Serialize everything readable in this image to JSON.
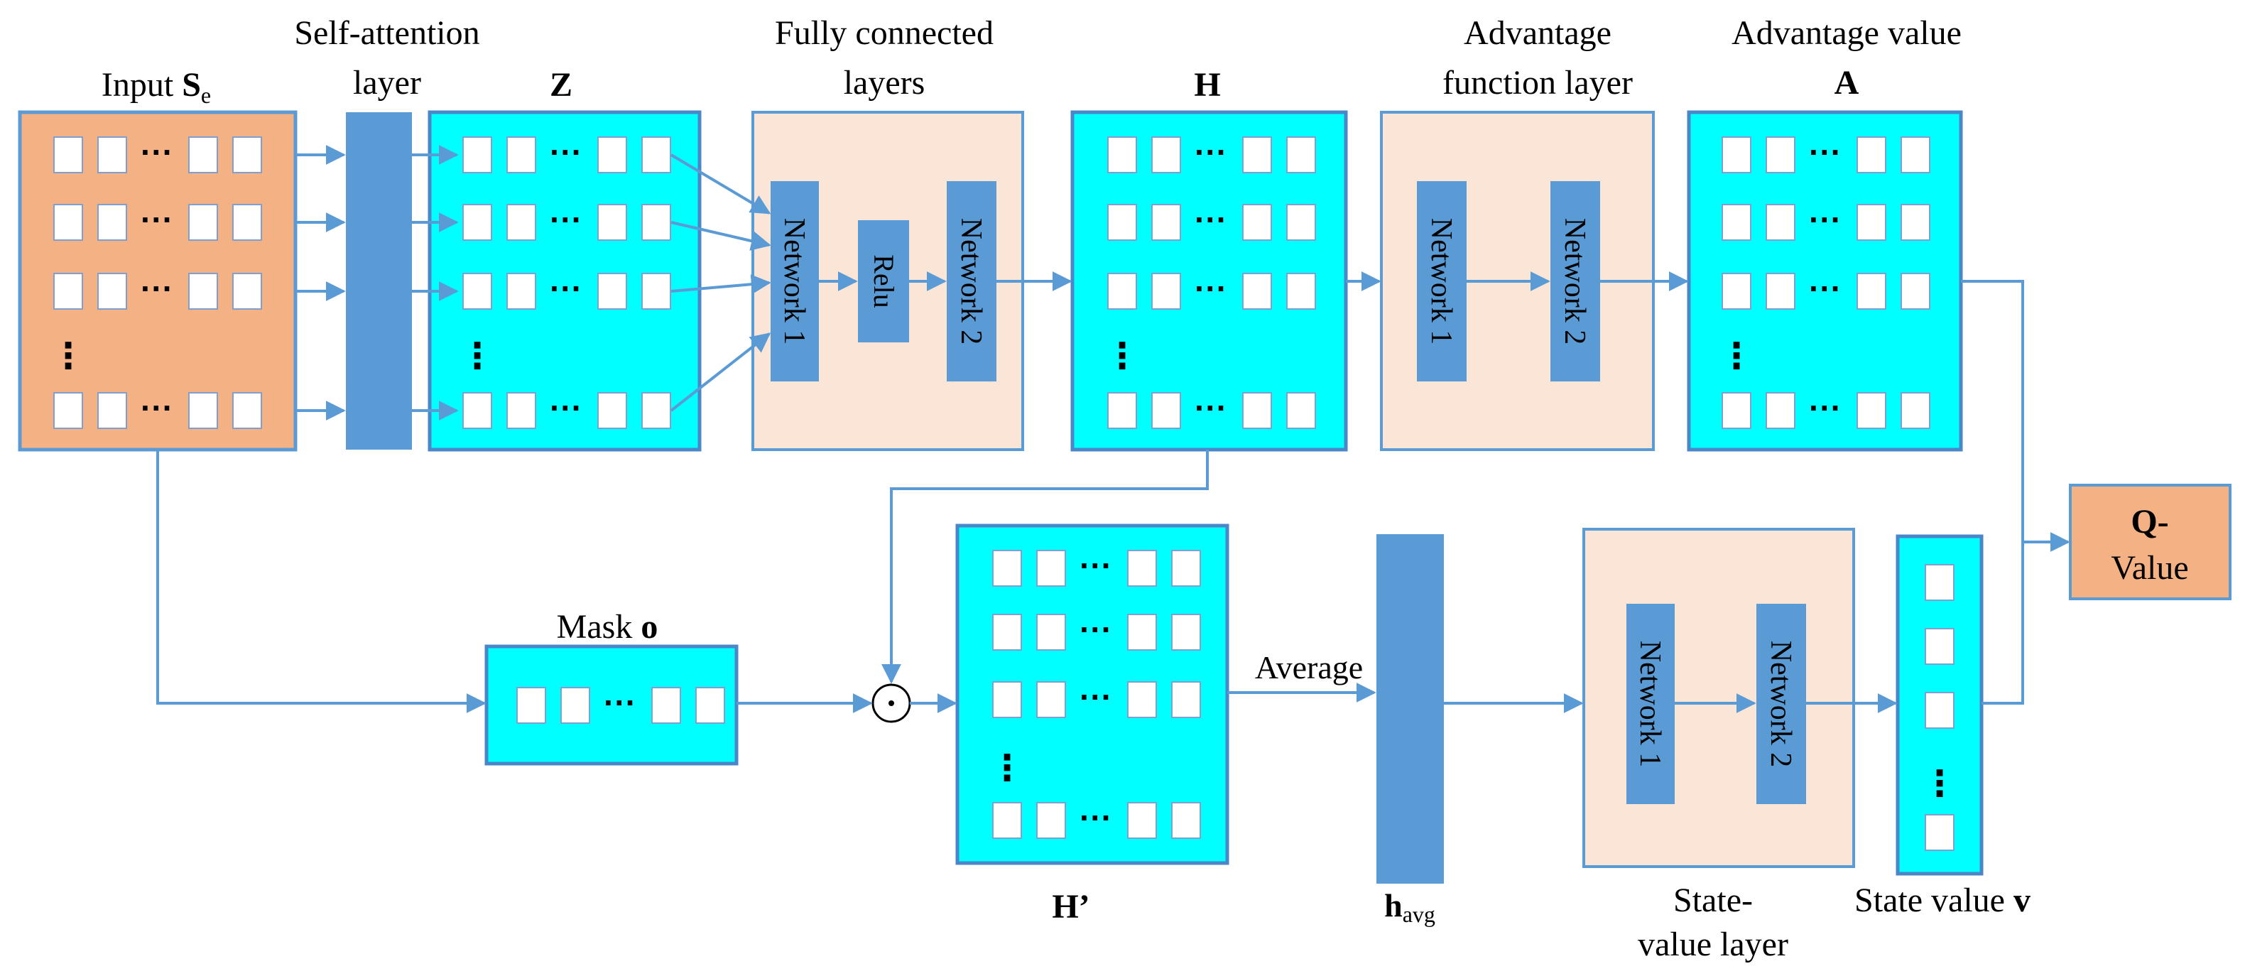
{
  "labels": {
    "input_main": "Input ",
    "input_S": "S",
    "input_sub": "e",
    "self_attention_1": "Self-attention",
    "self_attention_2": "layer",
    "z": "Z",
    "fc_1": "Fully connected",
    "fc_2": "layers",
    "h": "H",
    "adv_func_1": "Advantage",
    "adv_func_2": "function layer",
    "adv_value_1": "Advantage value",
    "adv_value_2": "A",
    "q_1": "Q-",
    "q_2": "Value",
    "mask_main": "Mask ",
    "mask_o": "o",
    "average": "Average",
    "h_prime": "H’",
    "h_avg_main": "h",
    "h_avg_sub": "avg",
    "state_layer_1": "State-",
    "state_layer_2": "value layer",
    "state_value_main": "State value ",
    "state_value_v": "v",
    "network_1": "Network 1",
    "network_2": "Network 2",
    "relu": "Relu",
    "hadamard": "⊙",
    "ellipsis_h": "···",
    "ellipsis_v": "⋮"
  },
  "colors": {
    "input_fill": "#f4b183",
    "cyan_fill": "#00ffff",
    "peach_fill": "#fbe5d6",
    "bar_fill": "#5b9bd5",
    "arrow": "#5b9bd5"
  }
}
